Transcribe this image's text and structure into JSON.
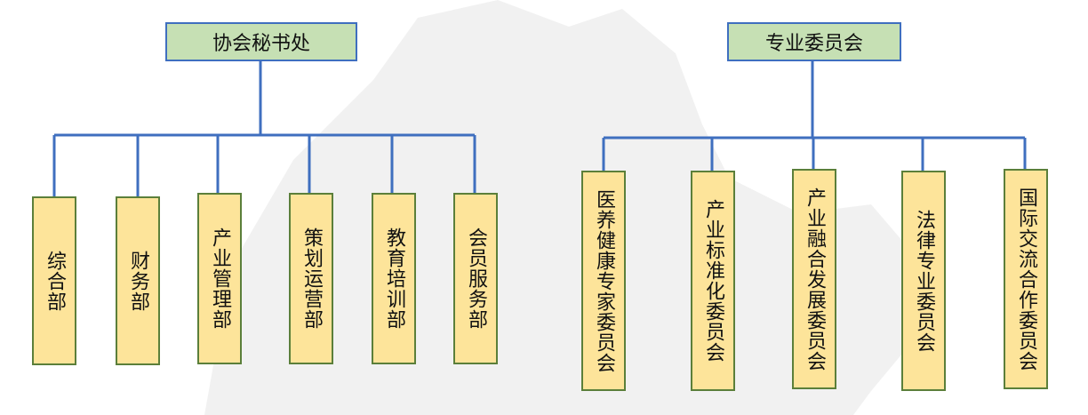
{
  "left_group": {
    "title": "协会秘书处",
    "units": [
      "综合部",
      "财务部",
      "产业管理部",
      "策划运营部",
      "教育培训部",
      "会员服务部"
    ]
  },
  "right_group": {
    "title": "专业委员会",
    "units": [
      "医养健康专家委员会",
      "产业标准化委员会",
      "产业融合发展委员会",
      "法律专业委员会",
      "国际交流合作委员会"
    ]
  },
  "colors": {
    "head_fill": "#c6e0b4",
    "unit_fill": "#fde49a",
    "line": "#3f6fbf"
  }
}
